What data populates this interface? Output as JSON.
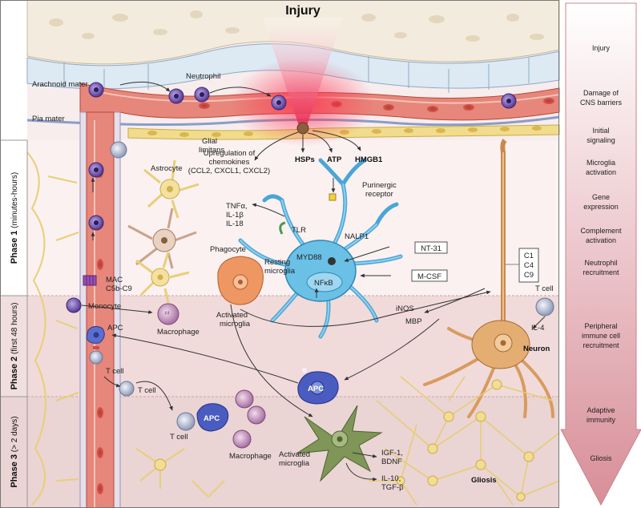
{
  "title": "Injury",
  "labels": {
    "arachnoid_mater": "Arachnoid mater",
    "pia_mater": "Pia mater",
    "neutrophil": "Neutrophil",
    "glial_limitans_1": "Glial",
    "glial_limitans_2": "limitans",
    "astrocyte": "Astrocyte",
    "chemokines_1": "Upregulation of",
    "chemokines_2": "chemokines",
    "chemokines_3": "(CCL2, CXCL1, CXCL2)",
    "hsps": "HSPs",
    "atp": "ATP",
    "hmgb1": "HMGB1",
    "purinergic_1": "Purinergic",
    "purinergic_2": "receptor",
    "tnfa": "TNFα,",
    "il1b": "IL-1β",
    "il18": "IL-18",
    "tlr": "TLR",
    "nalp1": "NALP1",
    "myd88": "MYD88",
    "nfkb": "NFκB",
    "resting_1": "Resting",
    "resting_2": "microglia",
    "phagocyte": "Phagocyte",
    "mac": "MAC",
    "c5b_c9": "C5b-C9",
    "monocyte": "Monocyte",
    "macrophage_1": "Macrophage",
    "apc_1": "APC",
    "activated_1a": "Activated",
    "activated_1b": "microglia",
    "inos": "iNOS",
    "mbp": "MBP",
    "il4": "IL-4",
    "neuron": "Neuron",
    "t_cell_right": "T cell",
    "t_cell_1": "T cell",
    "t_cell_2": "T cell",
    "t_cell_3": "T cell",
    "apc_center": "APC",
    "apc_lower": "APC",
    "macrophage_2": "Macrophage",
    "activated_2a": "Activated",
    "activated_2b": "microglia",
    "igf1": "IGF-1,",
    "bdnf": "BDNF",
    "il10": "IL-10,",
    "tgfb": "TGF-β",
    "gliosis": "Gliosis"
  },
  "boxes": {
    "nt31": "NT-31",
    "mcsf": "M-CSF",
    "c1": "C1",
    "c4": "C4",
    "c9": "C9"
  },
  "phases": {
    "p1_bold": "Phase 1",
    "p1_rest": " (minutes-hours)",
    "p2_bold": "Phase 2",
    "p2_rest": " (first 48 hours)",
    "p3_bold": "Phase 3",
    "p3_rest": " (> 2 days)"
  },
  "timeline": {
    "s1": "Injury",
    "s2a": "Damage of",
    "s2b": "CNS barriers",
    "s3a": "Initial",
    "s3b": "signaling",
    "s4a": "Microglia",
    "s4b": "activation",
    "s5a": "Gene",
    "s5b": "expression",
    "s6a": "Complement",
    "s6b": "activation",
    "s7a": "Neutrophil",
    "s7b": "recruitment",
    "s8a": "Peripheral",
    "s8b": "immune cell",
    "s8c": "recruitment",
    "s9a": "Adaptive",
    "s9b": "immunity",
    "s10": "Gliosis"
  },
  "colors": {
    "vessel": "#d7685f",
    "vessel_light": "#f0b3a8",
    "cell_purple": "#6a4fa8",
    "microglia": "#5bb2dc",
    "activated_microglia": "#7c9455",
    "neuron": "#d99c63",
    "astrocyte": "#f2dc8c",
    "apc": "#4a5cc0",
    "phase_pink": "#f4e3e3",
    "phase_dark": "#e9cfcf",
    "arrow_top": "#ffffff",
    "arrow_bottom": "#d9939c"
  }
}
